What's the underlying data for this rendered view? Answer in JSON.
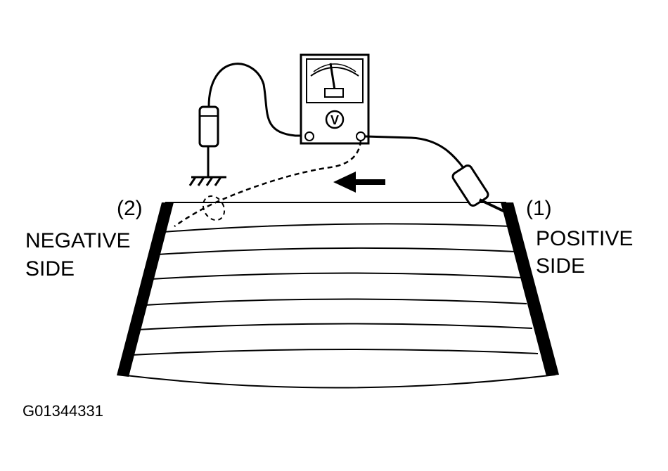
{
  "labels": {
    "negative_number": "(2)",
    "negative_line1": "NEGATIVE",
    "negative_line2": "SIDE",
    "positive_number": "(1)",
    "positive_line1": "POSITIVE",
    "positive_line2": "SIDE",
    "meter_symbol": "V",
    "figure_code": "G01344331"
  },
  "colors": {
    "ink": "#000000",
    "paper": "#ffffff"
  },
  "icons": [
    "voltmeter-icon",
    "ground-symbol-icon",
    "probe-icon",
    "direction-arrow-icon"
  ]
}
